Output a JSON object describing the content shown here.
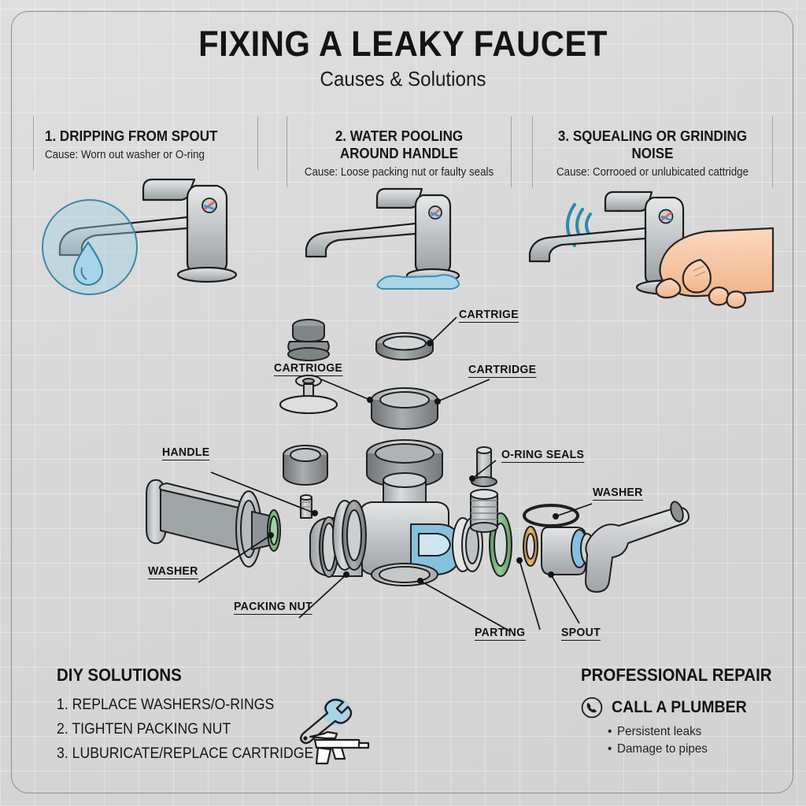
{
  "poster": {
    "title": "FIXING A LEAKY FAUCET",
    "subtitle": "Causes & Solutions",
    "background_color": "#d8d8d8",
    "border_color": "#8d8d8d"
  },
  "sections": [
    {
      "id": "dripping",
      "title": "1. DRIPPING FROM SPOUT",
      "cause": "Cause: Worn out washer or O-ring",
      "icon": "faucet-dripping-icon"
    },
    {
      "id": "pooling",
      "title_line1": "2. WATER POOLING",
      "title_line2": "AROUND HANDLE",
      "cause": "Cause: Loose packing nut or faulty seals",
      "icon": "faucet-puddle-icon"
    },
    {
      "id": "squealing",
      "title": "3. SQUEALING OR GRINDING NOISE",
      "cause": "Cause: Corrooed or unlubicated cattridge",
      "icon": "faucet-hand-noise-icon"
    }
  ],
  "diagram": {
    "labels": [
      {
        "text": "CARTRIGE",
        "name": "label-cartridge-top"
      },
      {
        "text": "CARTRIOGE",
        "name": "label-cartridge-left"
      },
      {
        "text": "CARTRIDGE",
        "name": "label-cartridge-right"
      },
      {
        "text": "HANDLE",
        "name": "label-handle"
      },
      {
        "text": "WASHER",
        "name": "label-washer-left"
      },
      {
        "text": "O-RING SEALS",
        "name": "label-oring-seals"
      },
      {
        "text": "WASHER",
        "name": "label-washer-right"
      },
      {
        "text": "PACKING NUT",
        "name": "label-packing-nut"
      },
      {
        "text": "PARTING",
        "name": "label-parting"
      },
      {
        "text": "SPOUT",
        "name": "label-spout"
      }
    ],
    "colors": {
      "metal_light": "#d6d8d9",
      "metal_mid": "#b8bcbe",
      "metal_dark": "#8e9295",
      "oring_green": "#7cb57f",
      "oring_gold": "#d4a24c",
      "seal_blue": "#85c0dd",
      "outline": "#1f1f1f"
    }
  },
  "diy": {
    "heading": "DIY SOLUTIONS",
    "items": [
      "1. REPLACE WASHERS/O-RINGS",
      "2. TIGHTEN PACKING NUT",
      "3. LUBURICATE/REPLACE CARTRIDGE"
    ],
    "tool_icons": [
      "wrench-icon",
      "caulk-gun-icon"
    ]
  },
  "professional": {
    "heading": "PROFESSIONAL REPAIR",
    "call_label": "CALL A PLUMBER",
    "call_icon": "phone-icon",
    "bullets": [
      "Persistent leaks",
      "Damage to pipes"
    ]
  }
}
